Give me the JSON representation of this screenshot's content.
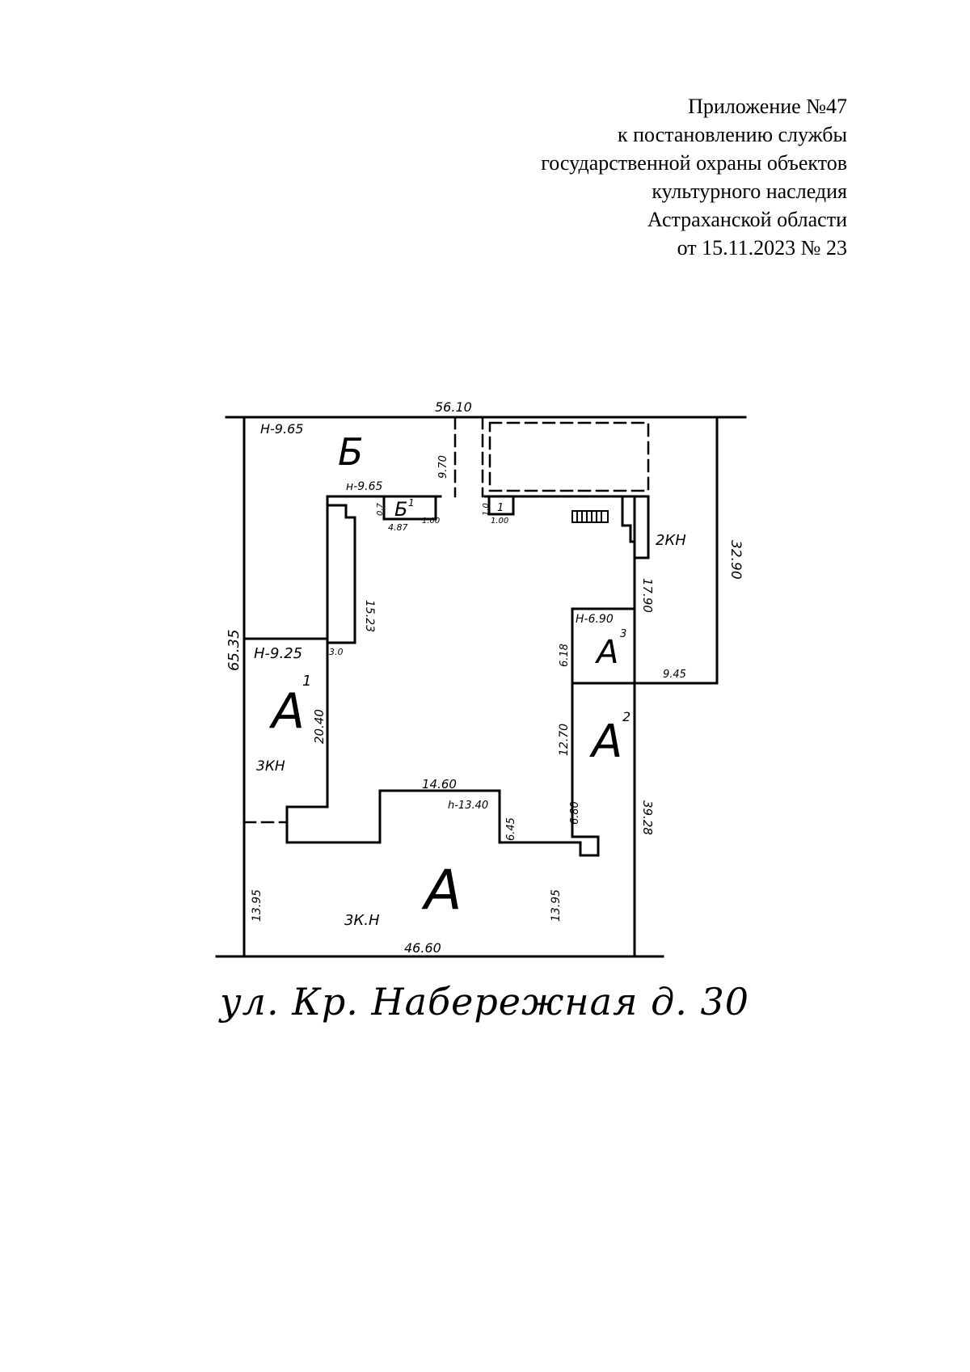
{
  "header": {
    "line1": "Приложение №47",
    "line2": "к постановлению службы",
    "line3": "государственной охраны объектов",
    "line4": "культурного наследия",
    "line5": "Астраханской области",
    "line6": "от 15.11.2023 № 23"
  },
  "plan": {
    "dims": {
      "top": "56.10",
      "bottom": "46.60",
      "left_total": "65.35",
      "right_upper": "32.90",
      "right_mid": "17.90",
      "right_lower": "39.28",
      "courtyard": "14.60",
      "a1_height": "20.40",
      "left_bottom": "13.95",
      "a_right": "13.95",
      "a2_height": "12.70",
      "a3_height": "6.18",
      "a_step1": "6.45",
      "a_step2": "6.80",
      "b_wing": "15.23",
      "b_gap": "9.70",
      "b1_width": "4.87",
      "b1_small": "1.00",
      "small_box": "1.00",
      "a_step_width": "9.45",
      "a1_small": "3.0",
      "b1_side": "0.7",
      "small_side": "1.0"
    },
    "heights": {
      "b": "Н-9.65",
      "b_inner": "н-9.65",
      "a1": "Н-9.25",
      "a3": "Н-6.90",
      "a_court": "h-13.40"
    },
    "labels": {
      "b": "Б",
      "b1": "Б",
      "b1_sup": "1",
      "small": "1",
      "a": "А",
      "a1": "А",
      "a1_sup": "1",
      "a2": "А",
      "a2_sup": "2",
      "a3": "А",
      "a3_sup": "3",
      "mat_2kn": "2КН",
      "mat_3kn": "3КН",
      "mat_3kn_bottom": "3К.Н"
    }
  },
  "street": {
    "caption": "ул. Кр. Набережная д. 30"
  }
}
